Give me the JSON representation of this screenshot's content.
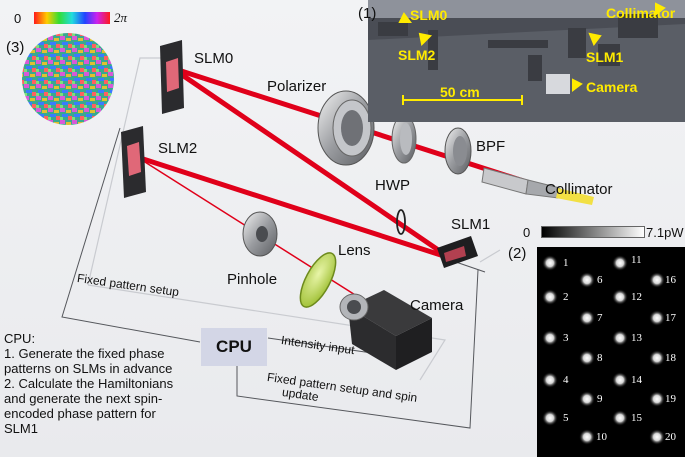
{
  "labels": {
    "slm0": "SLM0",
    "slm2": "SLM2",
    "slm1": "SLM1",
    "polarizer": "Polarizer",
    "hwp": "HWP",
    "bpf": "BPF",
    "collimator": "Collimator",
    "lens": "Lens",
    "pinhole": "Pinhole",
    "camera": "Camera",
    "fixed_pattern_setup": "Fixed pattern setup",
    "intensity_input": "Intensity input",
    "fixed_pattern_spin_line1": "Fixed pattern setup and spin",
    "fixed_pattern_spin_line2": "update",
    "cpu": "CPU"
  },
  "cpu_description": [
    "CPU:",
    "1. Generate the fixed phase",
    "patterns on SLMs in advance",
    "2. Calculate the Hamiltonians",
    "and generate the next spin-",
    "encoded phase pattern for",
    "SLM1"
  ],
  "panel1": {
    "tag": "(1)",
    "slm0": "SLM0",
    "slm2": "SLM2",
    "slm1": "SLM1",
    "collimator": "Collimator",
    "camera": "Camera",
    "scale": "50 cm"
  },
  "panel2": {
    "tag": "(2)",
    "min": "0",
    "max": "7.1pW",
    "spots": [
      "1",
      "2",
      "3",
      "4",
      "5",
      "6",
      "7",
      "8",
      "9",
      "10",
      "11",
      "12",
      "13",
      "14",
      "15",
      "16",
      "17",
      "18",
      "19",
      "20"
    ]
  },
  "panel3": {
    "tag": "(3)",
    "min": "0",
    "max": "2π"
  },
  "colors": {
    "beam": "#e0001a",
    "highlight": "#ffeb00",
    "cpu_box": "#d3d6e6"
  }
}
